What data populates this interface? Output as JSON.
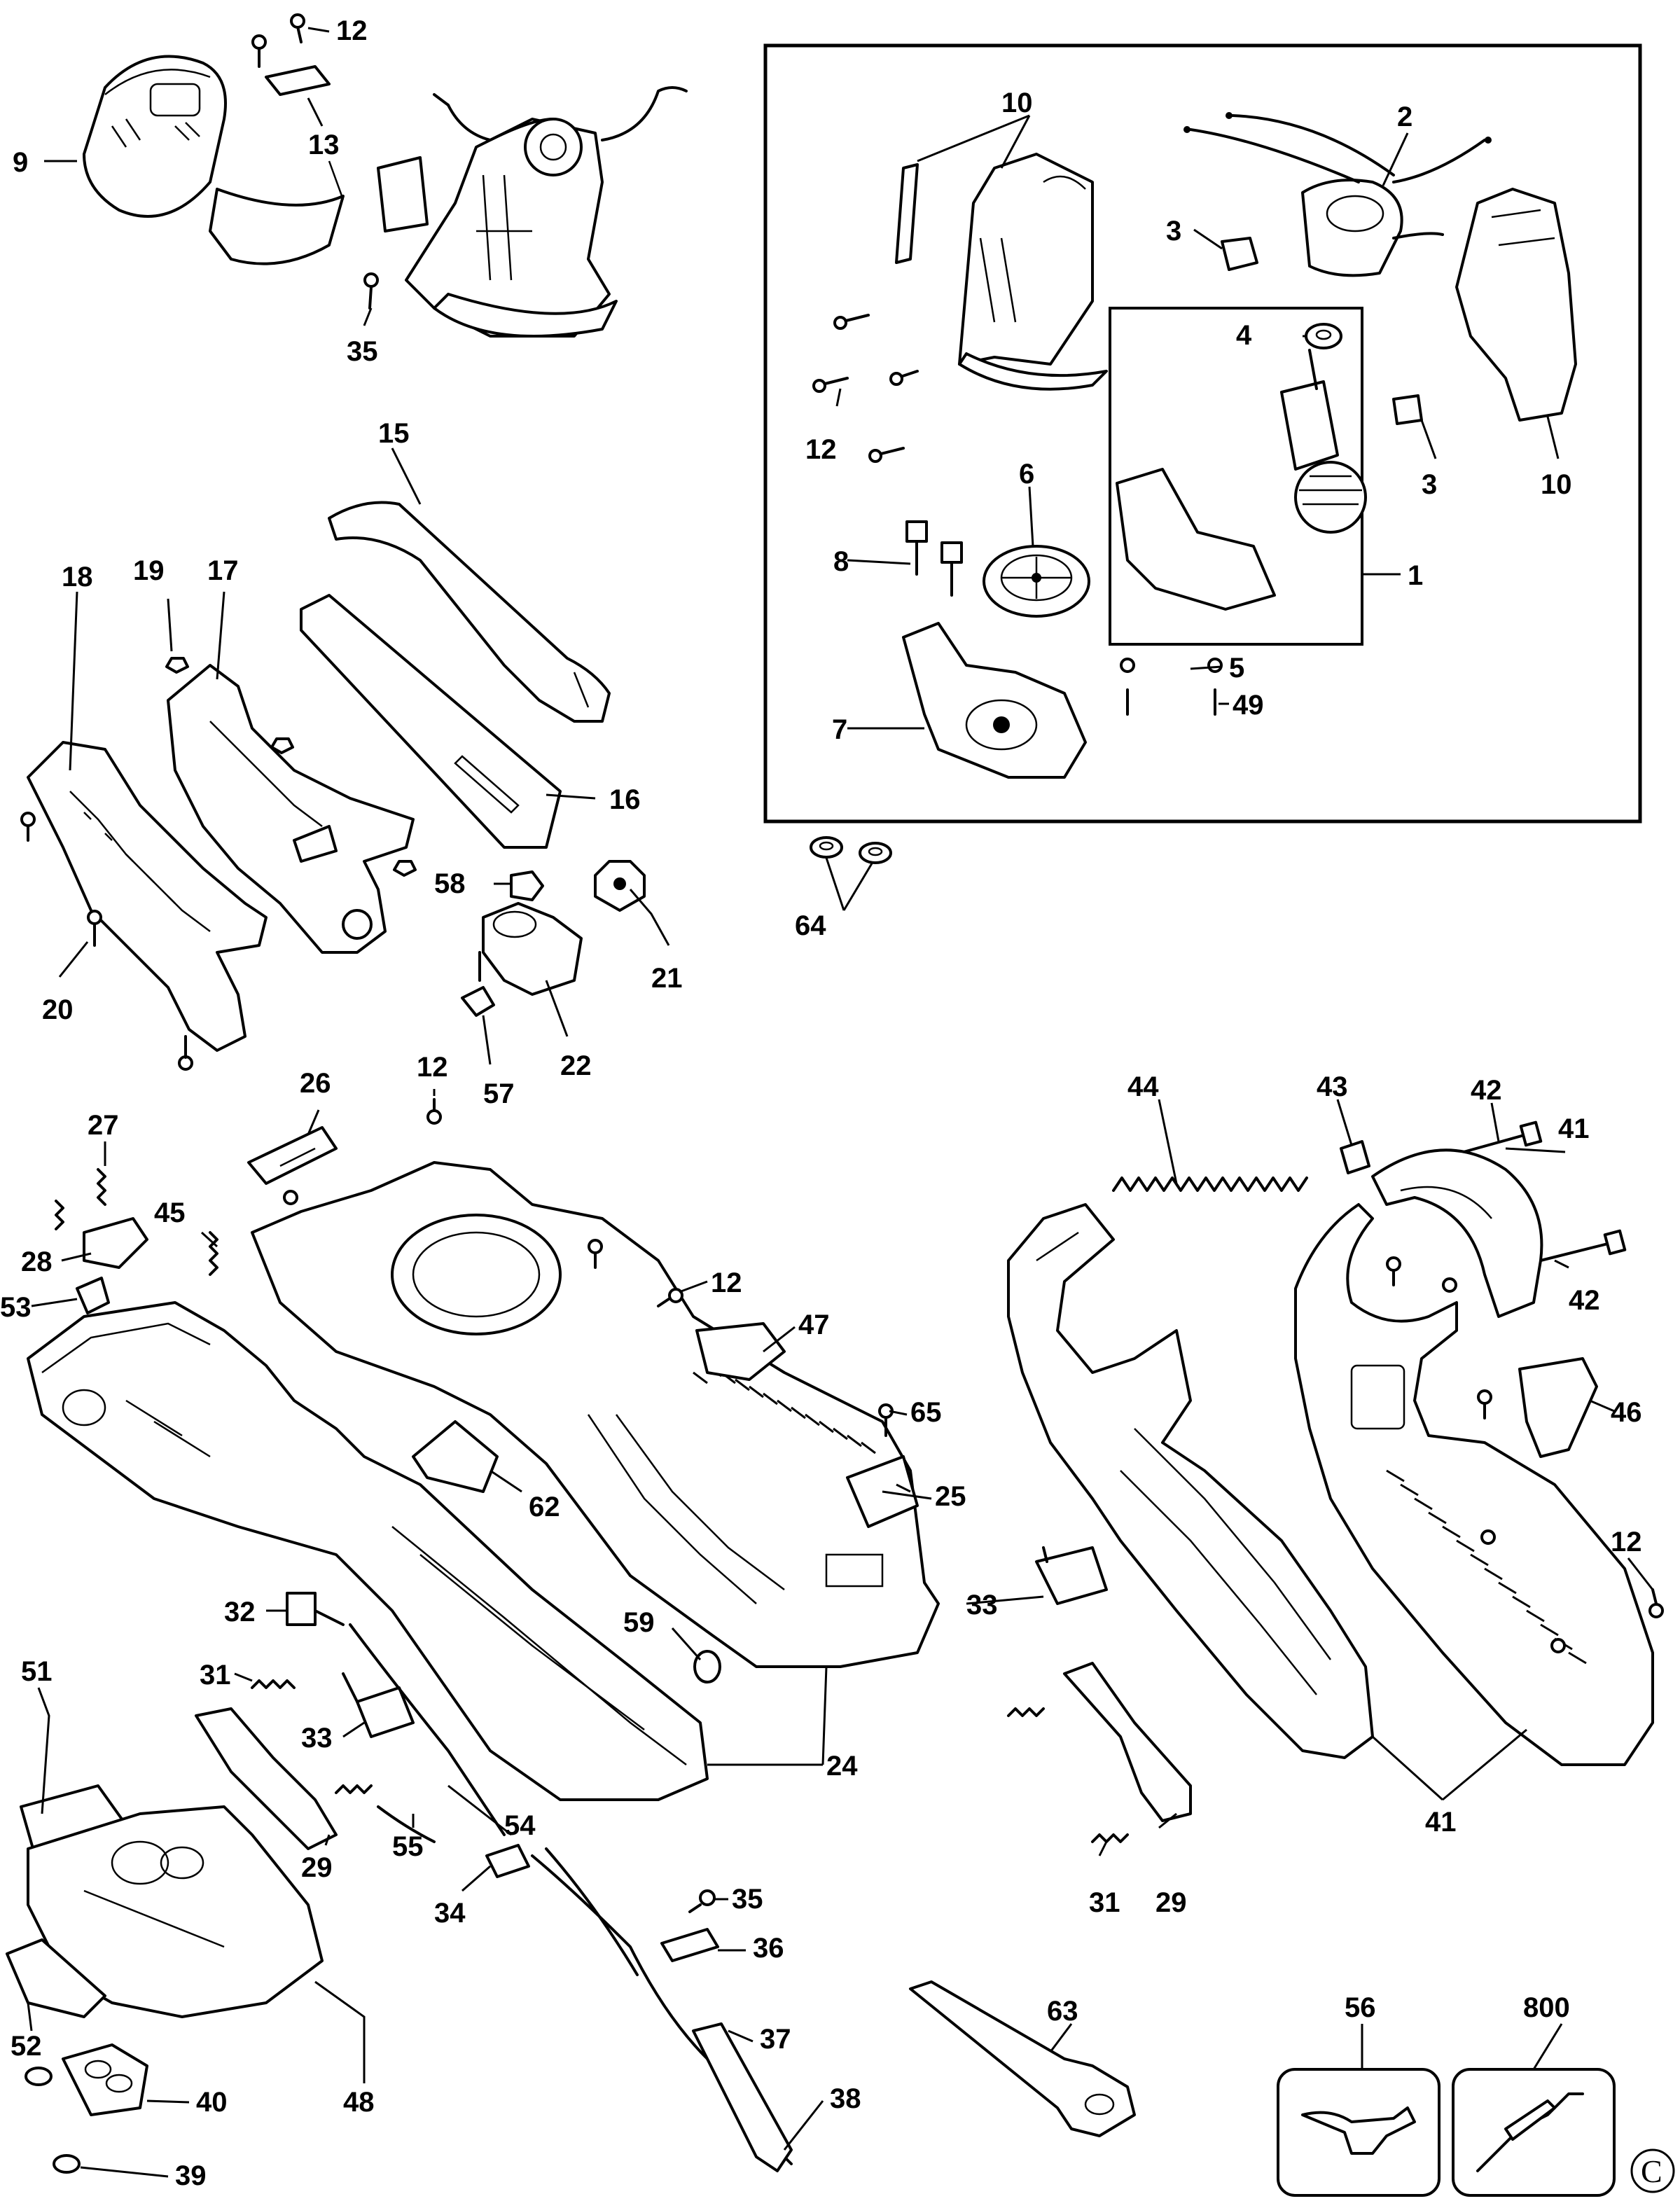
{
  "callouts": {
    "c1": "1",
    "c2": "2",
    "c3a": "3",
    "c3b": "3",
    "c4": "4",
    "c5": "5",
    "c6": "6",
    "c7": "7",
    "c8": "8",
    "c9": "9",
    "c10a": "10",
    "c10b": "10",
    "c12a": "12",
    "c12b": "12",
    "c12c": "12",
    "c12d": "12",
    "c12e": "12",
    "c13": "13",
    "c15": "15",
    "c16": "16",
    "c17": "17",
    "c18": "18",
    "c19": "19",
    "c20": "20",
    "c21": "21",
    "c22": "22",
    "c24": "24",
    "c25": "25",
    "c26": "26",
    "c27": "27",
    "c28": "28",
    "c29a": "29",
    "c29b": "29",
    "c31a": "31",
    "c31b": "31",
    "c32": "32",
    "c33a": "33",
    "c33b": "33",
    "c34": "34",
    "c35a": "35",
    "c35b": "35",
    "c36": "36",
    "c37": "37",
    "c38": "38",
    "c39": "39",
    "c40": "40",
    "c41a": "41",
    "c41b": "41",
    "c42a": "42",
    "c42b": "42",
    "c43": "43",
    "c44": "44",
    "c45": "45",
    "c46": "46",
    "c47": "47",
    "c48": "48",
    "c49": "49",
    "c51": "51",
    "c52": "52",
    "c53": "53",
    "c54": "54",
    "c55": "55",
    "c56": "56",
    "c57": "57",
    "c58": "58",
    "c59": "59",
    "c62": "62",
    "c63": "63",
    "c64": "64",
    "c65": "65",
    "c800": "800"
  },
  "copyright_symbol": "C"
}
